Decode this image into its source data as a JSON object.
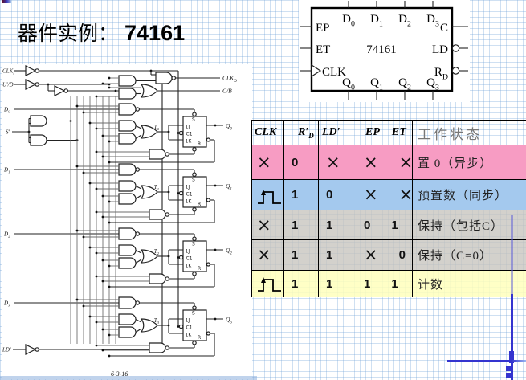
{
  "title": {
    "prefix": "器件实例：",
    "number": "74161"
  },
  "chip": {
    "name": "74161",
    "top_pins": [
      {
        "base": "D",
        "sub": "0"
      },
      {
        "base": "D",
        "sub": "1"
      },
      {
        "base": "D",
        "sub": "2"
      },
      {
        "base": "D",
        "sub": "3"
      }
    ],
    "bottom_pins": [
      {
        "base": "Q",
        "sub": "0"
      },
      {
        "base": "Q",
        "sub": "1"
      },
      {
        "base": "Q",
        "sub": "2"
      },
      {
        "base": "Q",
        "sub": "3"
      }
    ],
    "left_pins": [
      {
        "base": "EP"
      },
      {
        "base": "ET"
      },
      {
        "base": "CLK",
        "clk": true
      }
    ],
    "right_pins": [
      {
        "base": "C"
      },
      {
        "base": "LD",
        "bubble": true
      },
      {
        "base": "R",
        "sub": "D",
        "bubble": true
      }
    ]
  },
  "function_table": {
    "headers": [
      {
        "t": "CLK"
      },
      {
        "t": "R",
        "prime": true,
        "sub": "D"
      },
      {
        "t": "LD",
        "prime": true
      },
      {
        "t": "EP",
        "t2": "ET"
      },
      {
        "t": "工作状态"
      }
    ],
    "rows": [
      {
        "clk": "×",
        "rd": "0",
        "ld": "×",
        "ep": "×",
        "et": "×",
        "status": "置 0（异步）",
        "bg": "pink"
      },
      {
        "clk": "pulse",
        "rd": "1",
        "ld": "0",
        "ep": "×",
        "et": "×",
        "status": "预置数（同步）",
        "bg": "blue"
      },
      {
        "clk": "×",
        "rd": "1",
        "ld": "1",
        "ep": "0",
        "et": "1",
        "status": "保持（包括C）",
        "bg": "gray"
      },
      {
        "clk": "×",
        "rd": "1",
        "ld": "1",
        "ep": "×",
        "et": "0",
        "status": "保持（C=0）",
        "bg": "gray"
      },
      {
        "clk": "pulse",
        "rd": "1",
        "ld": "1",
        "ep": "1",
        "et": "1",
        "status": "计数",
        "bg": "yellow"
      }
    ]
  },
  "schematic": {
    "inputs": [
      {
        "base": "CLK",
        "sub": "I"
      },
      {
        "base": "U′/D"
      },
      {
        "base": "D",
        "sub": "0"
      },
      {
        "base": "S′"
      },
      {
        "base": "D",
        "sub": "1"
      },
      {
        "base": "D",
        "sub": "2"
      },
      {
        "base": "D",
        "sub": "3"
      },
      {
        "base": "LD′"
      }
    ],
    "outputs": [
      {
        "base": "CLK",
        "sub": "O"
      },
      {
        "base": "C/B"
      }
    ],
    "t_labels": [
      {
        "base": "T",
        "sub": "0"
      },
      {
        "base": "T",
        "sub": "1"
      },
      {
        "base": "T",
        "sub": "2"
      },
      {
        "base": "T",
        "sub": "3"
      }
    ],
    "q_labels": [
      {
        "base": "Q",
        "sub": "0"
      },
      {
        "base": "Q",
        "sub": "1"
      },
      {
        "base": "Q",
        "sub": "2"
      },
      {
        "base": "Q",
        "sub": "3"
      }
    ],
    "ff_labels": {
      "s": "S",
      "j": "1J",
      "c": "C1",
      "k": "1K",
      "r": "R"
    },
    "caption": "6-3-16"
  },
  "colors": {
    "row_pink": "#f79cc3",
    "row_blue": "#a4c9ee",
    "row_gray": "rgba(199,196,190,0.78)",
    "row_yellow": "rgba(255,255,188,0.85)",
    "annotation": "#3434cf",
    "annotation_light": "rgba(90,90,215,0.5)"
  }
}
